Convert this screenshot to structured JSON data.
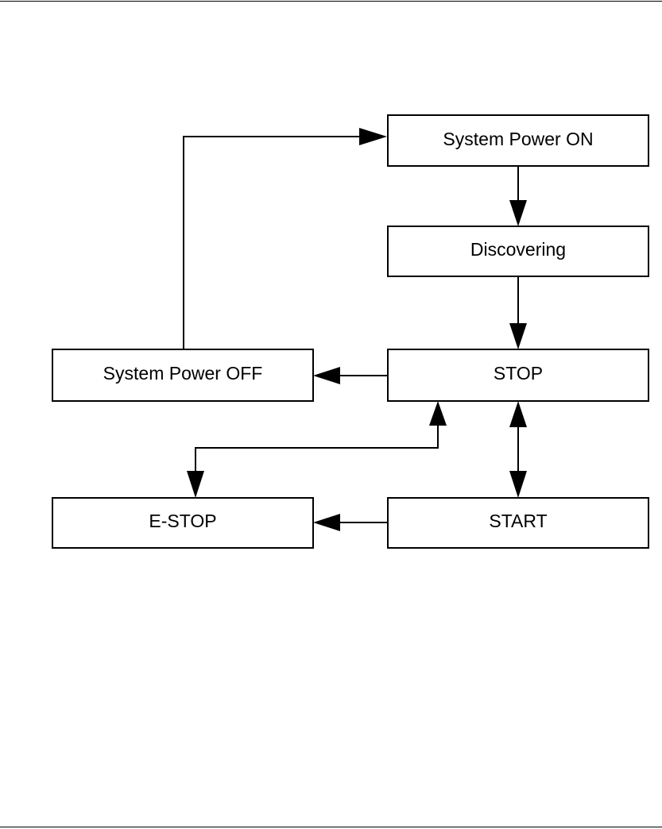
{
  "diagram": {
    "type": "state-flowchart",
    "colors": {
      "line": "#000000",
      "box_fill": "#ffffff",
      "text": "#000000"
    },
    "nodes": [
      {
        "id": "power_on",
        "label": "System Power ON"
      },
      {
        "id": "discovering",
        "label": "Discovering"
      },
      {
        "id": "stop",
        "label": "STOP"
      },
      {
        "id": "power_off",
        "label": "System Power OFF"
      },
      {
        "id": "estop",
        "label": "E-STOP"
      },
      {
        "id": "start",
        "label": "START"
      }
    ],
    "edges": [
      {
        "from": "power_on",
        "to": "discovering",
        "direction": "one-way"
      },
      {
        "from": "discovering",
        "to": "stop",
        "direction": "one-way"
      },
      {
        "from": "stop",
        "to": "power_off",
        "direction": "one-way"
      },
      {
        "from": "power_off",
        "to": "power_on",
        "direction": "one-way"
      },
      {
        "from": "stop",
        "to": "estop",
        "direction": "two-way"
      },
      {
        "from": "stop",
        "to": "start",
        "direction": "two-way"
      },
      {
        "from": "start",
        "to": "estop",
        "direction": "one-way"
      }
    ]
  }
}
